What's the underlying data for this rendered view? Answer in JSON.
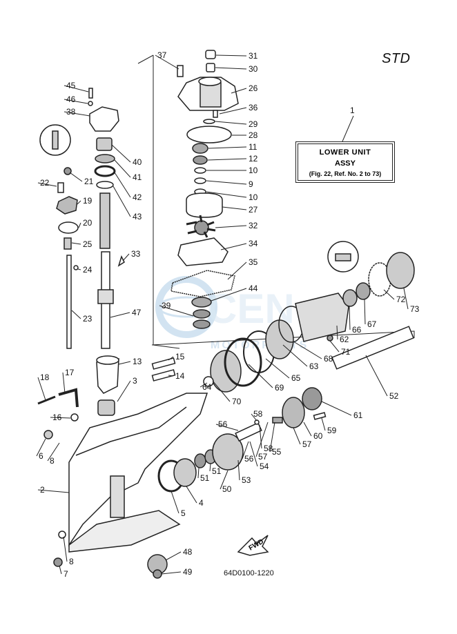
{
  "header": {
    "variant_label": "STD"
  },
  "reference_box": {
    "callout": "1",
    "line1": "LOWER UNIT",
    "line2": "ASSY",
    "line3": "(Fig. 22, Ref. No. 2 to 73)"
  },
  "watermark": {
    "text": "MOTORPARTS"
  },
  "arrow_label": "FWD",
  "diagram_code": "64D0100-1220",
  "part_numbers": [
    "31",
    "30",
    "26",
    "36",
    "29",
    "28",
    "11",
    "12",
    "10",
    "9",
    "10",
    "27",
    "32",
    "34",
    "35",
    "44",
    "39",
    "37",
    "45",
    "46",
    "38",
    "40",
    "41",
    "42",
    "43",
    "21",
    "22",
    "19",
    "20",
    "25",
    "33",
    "24",
    "23",
    "47",
    "13",
    "15",
    "14",
    "3",
    "18",
    "17",
    "16",
    "6",
    "8",
    "2",
    "5",
    "4",
    "51",
    "51",
    "50",
    "53",
    "56",
    "58",
    "54",
    "58",
    "56",
    "57",
    "55",
    "57",
    "60",
    "59",
    "61",
    "52",
    "64",
    "70",
    "69",
    "65",
    "63",
    "68",
    "62",
    "71",
    "66",
    "67",
    "72",
    "73",
    "8",
    "7",
    "48",
    "49"
  ]
}
